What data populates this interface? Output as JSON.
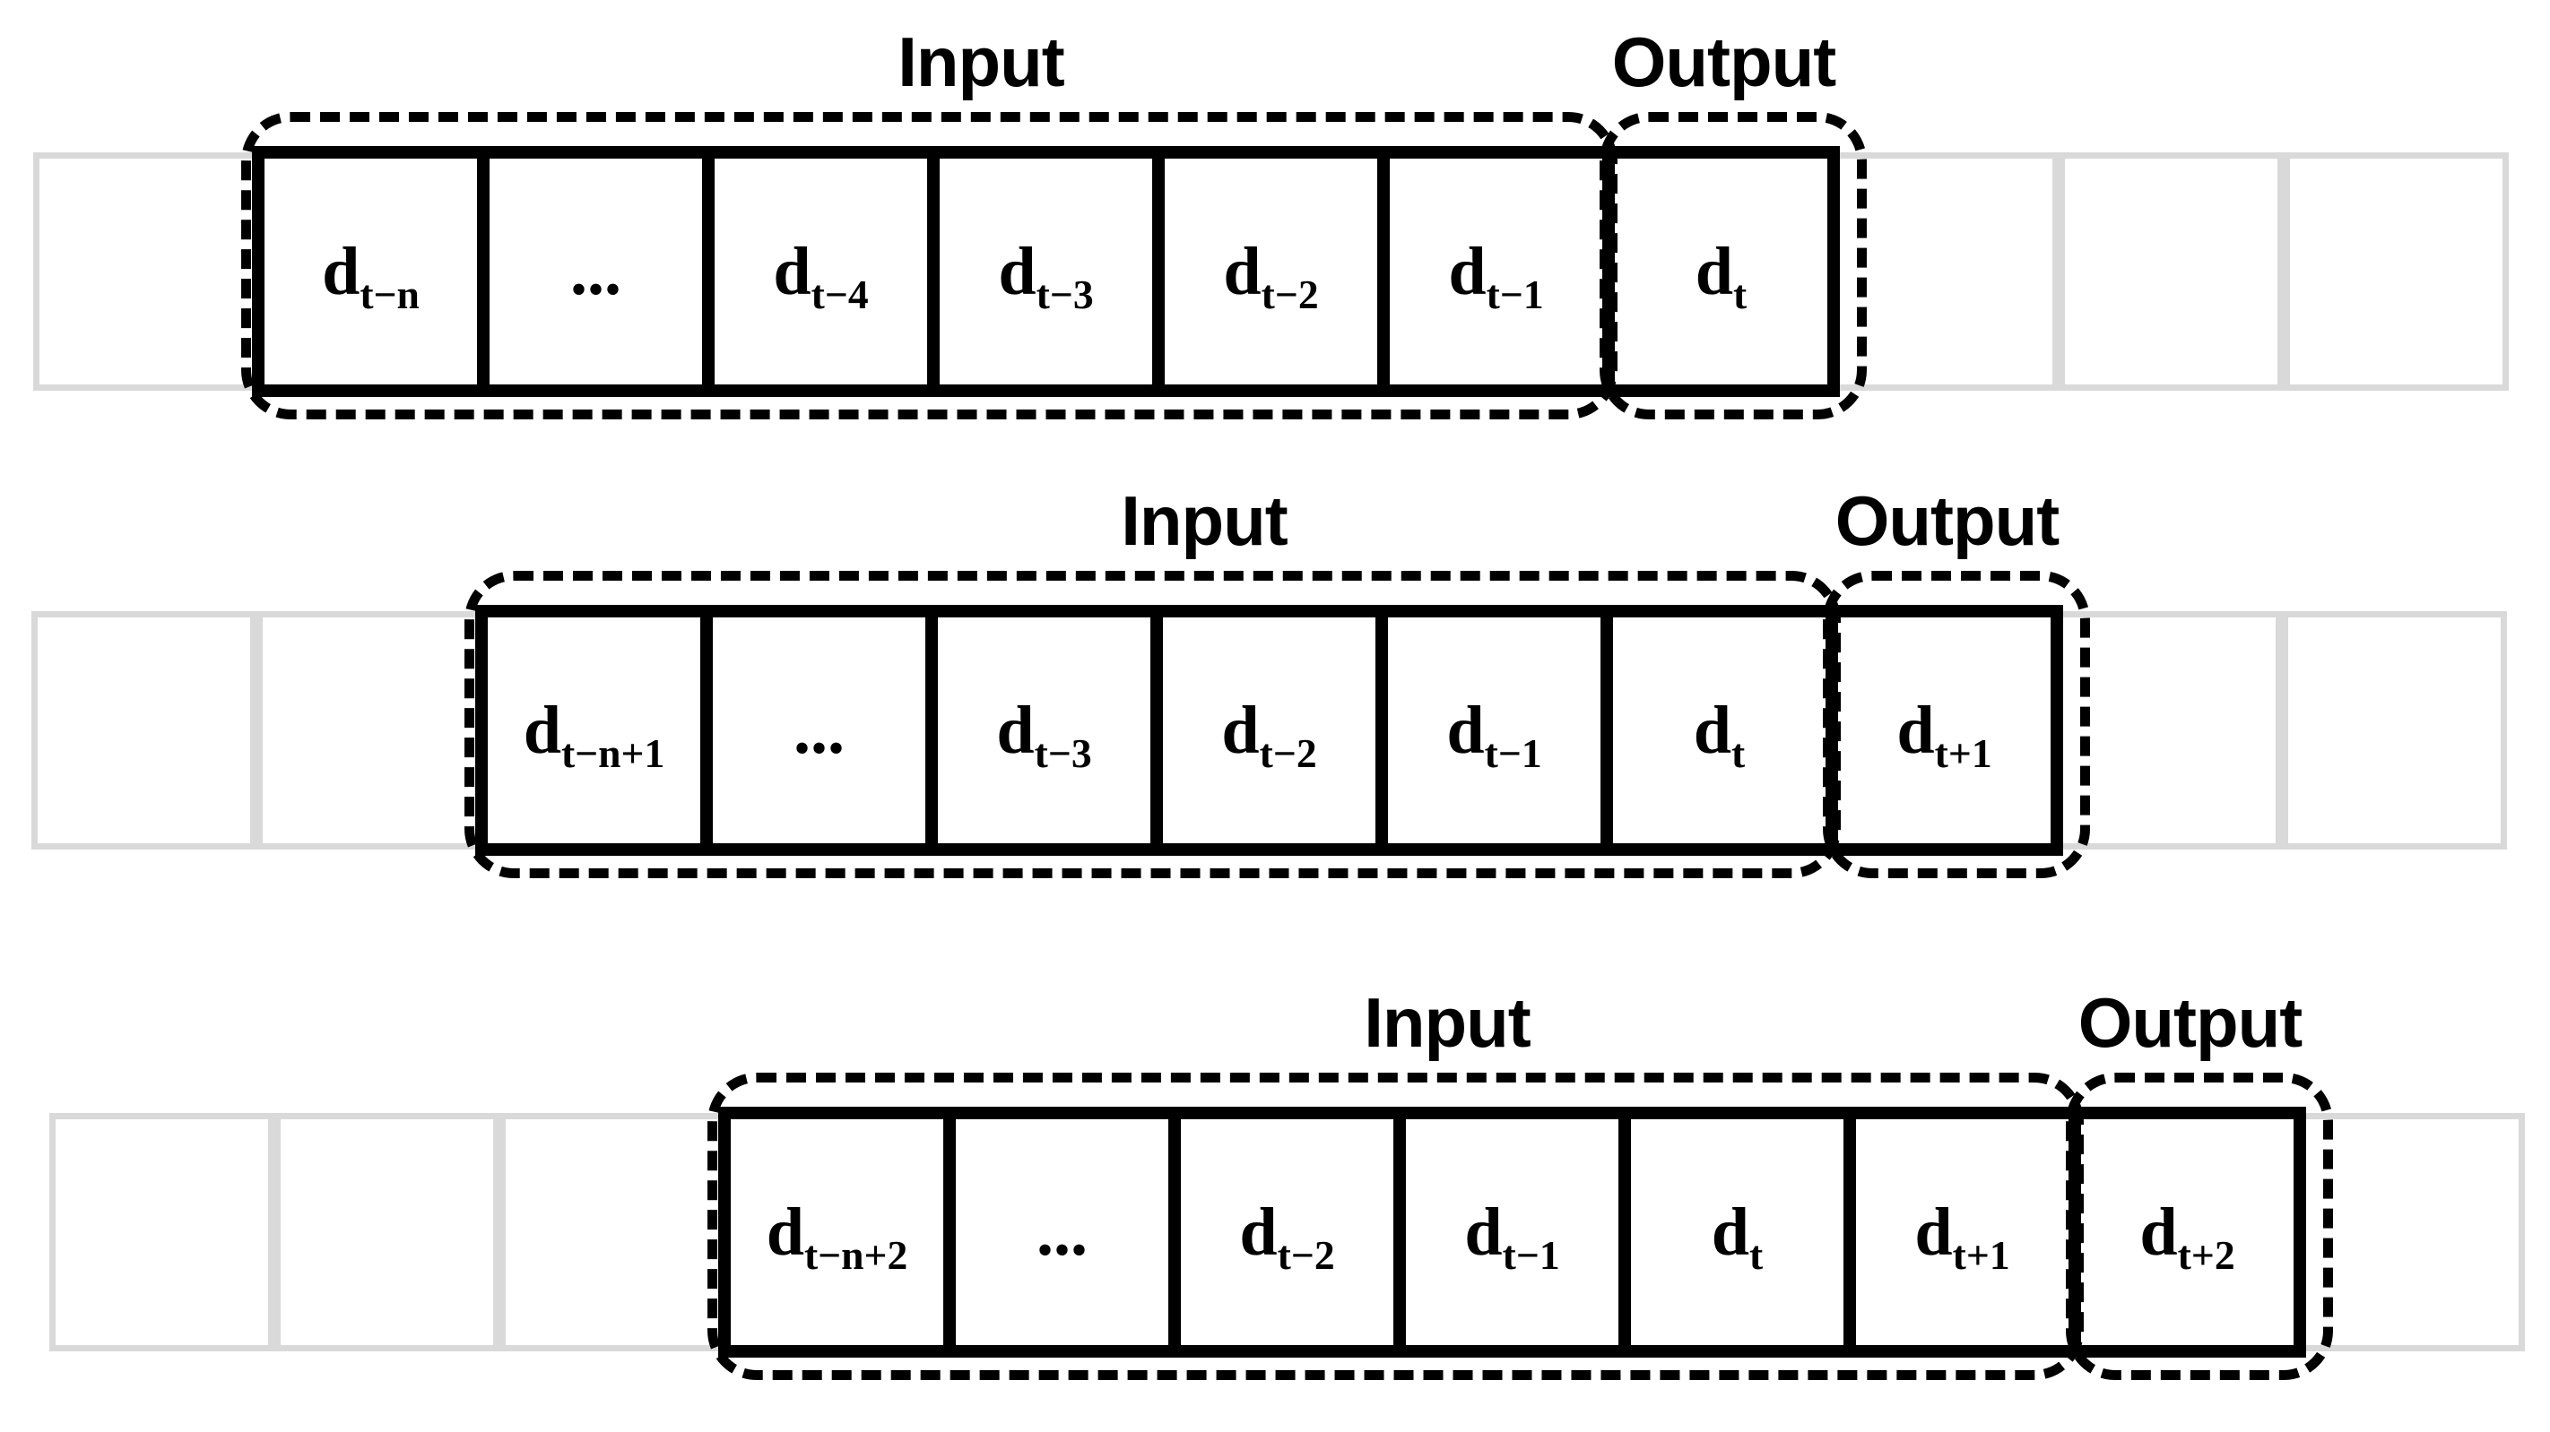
{
  "diagram": {
    "description_labels": {
      "input": "Input",
      "output": "Output"
    },
    "colors": {
      "grid_gray": "#d9d9d9",
      "ink": "#000000",
      "background": "#ffffff"
    },
    "rows": [
      {
        "input_label": "Input",
        "output_label": "Output",
        "left_gray_cells": 1,
        "right_gray_cells": 3,
        "input_cells": 6,
        "cells": [
          {
            "main": "d",
            "sub": "t−n"
          },
          {
            "main": "...",
            "sub": ""
          },
          {
            "main": "d",
            "sub": "t−4"
          },
          {
            "main": "d",
            "sub": "t−3"
          },
          {
            "main": "d",
            "sub": "t−2"
          },
          {
            "main": "d",
            "sub": "t−1"
          },
          {
            "main": "d",
            "sub": "t"
          }
        ]
      },
      {
        "input_label": "Input",
        "output_label": "Output",
        "left_gray_cells": 2,
        "right_gray_cells": 2,
        "input_cells": 6,
        "cells": [
          {
            "main": "d",
            "sub": "t−n+1"
          },
          {
            "main": "...",
            "sub": ""
          },
          {
            "main": "d",
            "sub": "t−3"
          },
          {
            "main": "d",
            "sub": "t−2"
          },
          {
            "main": "d",
            "sub": "t−1"
          },
          {
            "main": "d",
            "sub": "t"
          },
          {
            "main": "d",
            "sub": "t+1"
          }
        ]
      },
      {
        "input_label": "Input",
        "output_label": "Output",
        "left_gray_cells": 3,
        "right_gray_cells": 1,
        "input_cells": 6,
        "cells": [
          {
            "main": "d",
            "sub": "t−n+2"
          },
          {
            "main": "...",
            "sub": ""
          },
          {
            "main": "d",
            "sub": "t−2"
          },
          {
            "main": "d",
            "sub": "t−1"
          },
          {
            "main": "d",
            "sub": "t"
          },
          {
            "main": "d",
            "sub": "t+1"
          },
          {
            "main": "d",
            "sub": "t+2"
          }
        ]
      }
    ]
  }
}
